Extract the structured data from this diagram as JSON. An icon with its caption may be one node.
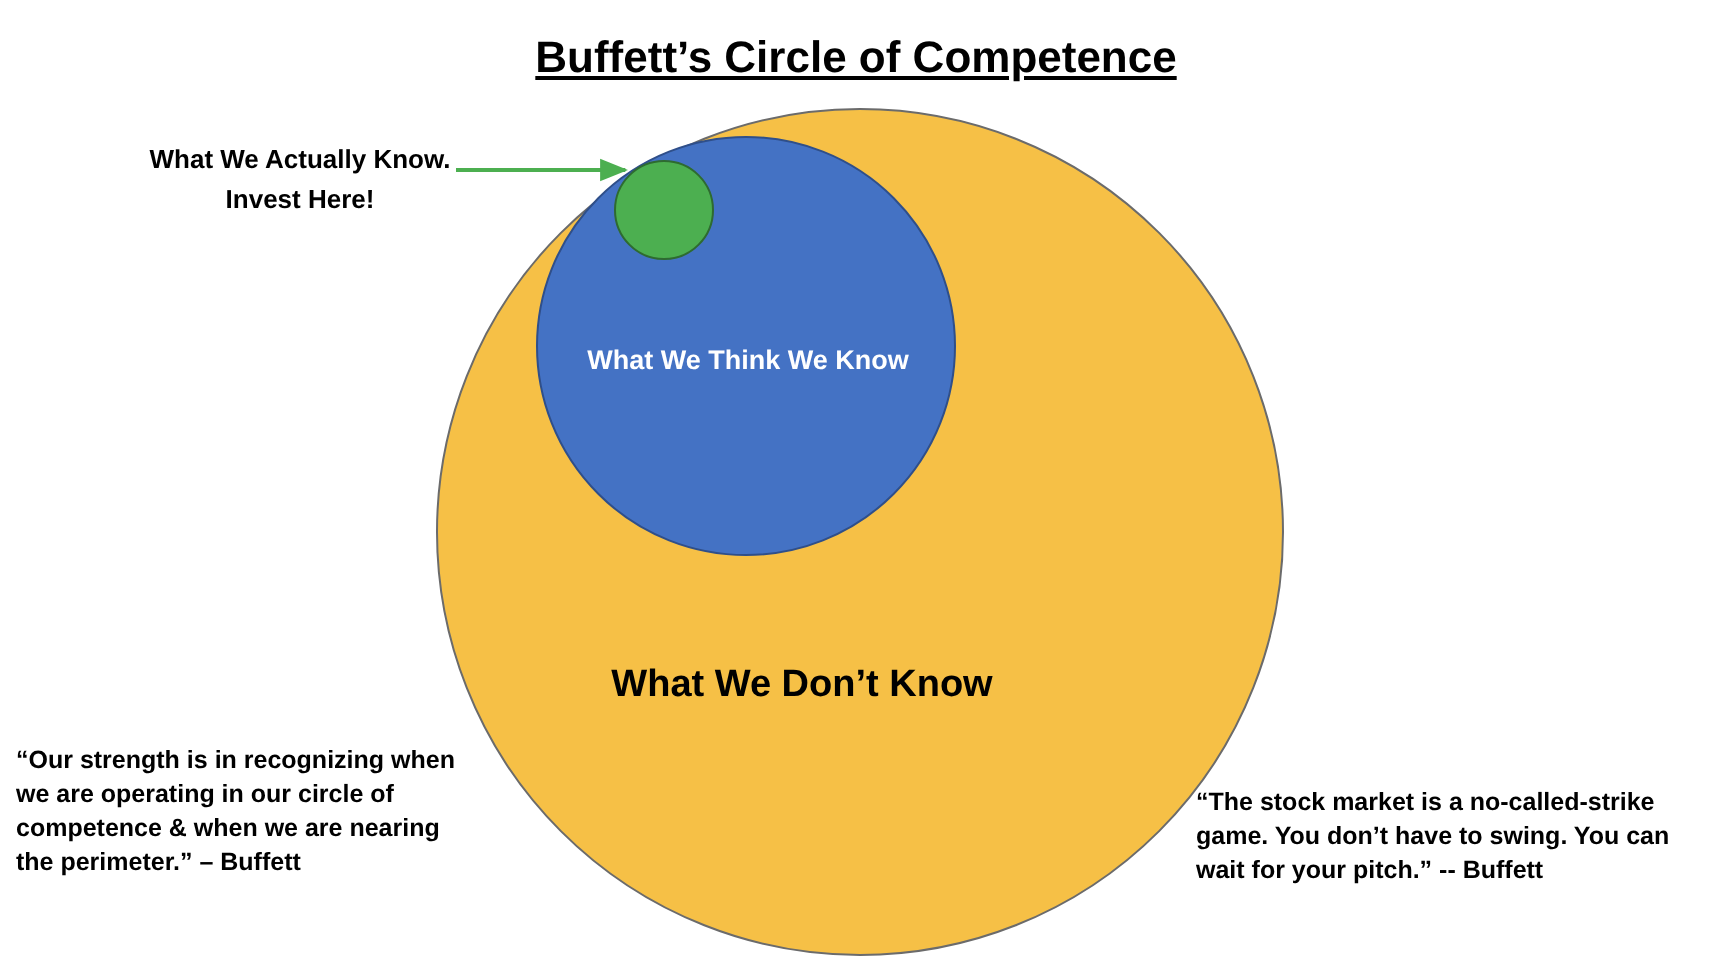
{
  "diagram": {
    "title": "Buffett’s Circle of Competence",
    "nodes": [
      {
        "text": [
          "What We Don’t Know"
        ]
      },
      {
        "text": [
          "What We Think We Know"
        ],
        "in": 0
      },
      {
        "text": [],
        "shape": "circle",
        "in": 1
      },
      {
        "text": [
          "What We Actually Know. Invest Here!"
        ]
      }
    ],
    "edges": [
      {
        "from": 3,
        "to": 2,
        "arrow": "to"
      }
    ],
    "labels": [
      "“Our strength is in recognizing when we are operating in our circle of competence & when we are nearing the perimeter.” – Buffett",
      "“The stock market is a no-called-strike game. You don’t have to swing. You can wait for your pitch.” -- Buffett"
    ]
  }
}
